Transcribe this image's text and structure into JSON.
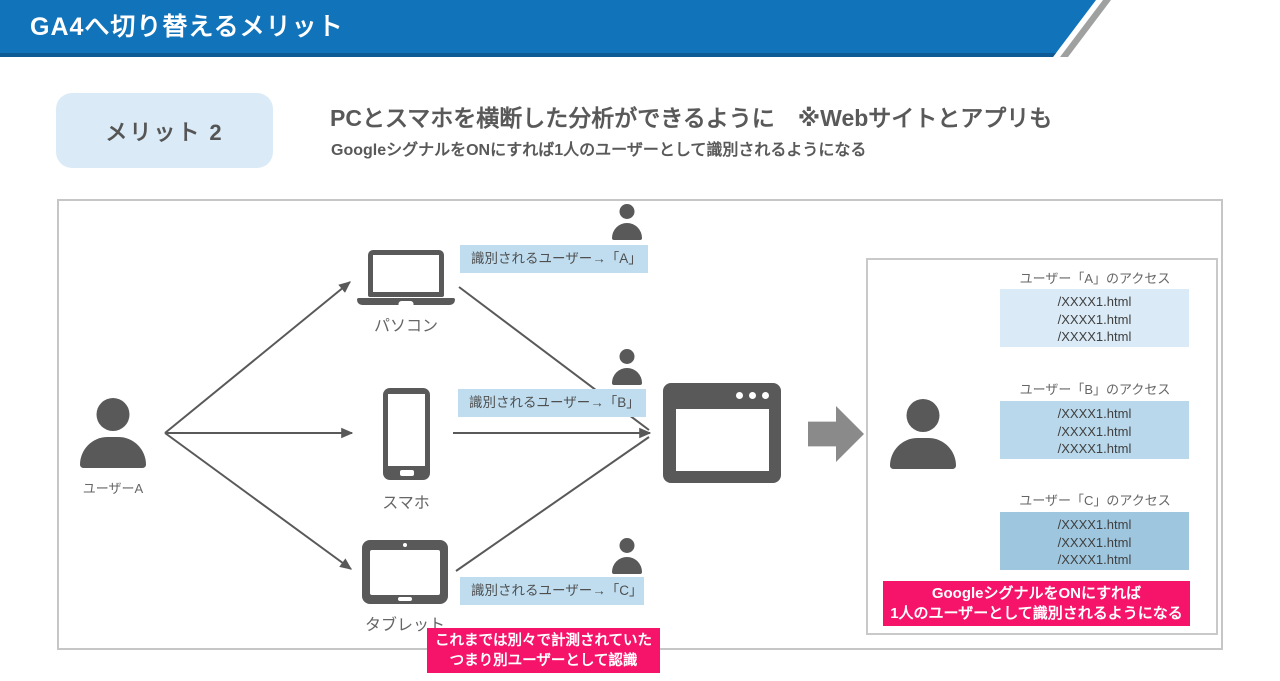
{
  "header": {
    "title": "GA4へ切り替えるメリット"
  },
  "merit": {
    "badge": "メリット 2",
    "title": "PCとスマホを横断した分析ができるように　※Webサイトとアプリも",
    "subtitle": "GoogleシグナルをONにすれば1人のユーザーとして識別されるようになる"
  },
  "diagram": {
    "user_label": "ユーザーA",
    "devices": [
      {
        "id": "laptop",
        "label": "パソコン"
      },
      {
        "id": "smartphone",
        "label": "スマホ"
      },
      {
        "id": "tablet",
        "label": "タブレット"
      }
    ],
    "identify_labels": [
      "識別されるユーザー→「A」",
      "識別されるユーザー→「B」",
      "識別されるユーザー→「C」"
    ],
    "bottom_note": {
      "line1": "これまでは別々で計測されていた",
      "line2": "つまり別ユーザーとして認識"
    }
  },
  "result_panel": {
    "sections": [
      {
        "title": "ユーザー「A」のアクセス",
        "pages": [
          "/XXXX1.html",
          "/XXXX1.html",
          "/XXXX1.html"
        ]
      },
      {
        "title": "ユーザー「B」のアクセス",
        "pages": [
          "/XXXX1.html",
          "/XXXX1.html",
          "/XXXX1.html"
        ]
      },
      {
        "title": "ユーザー「C」のアクセス",
        "pages": [
          "/XXXX1.html",
          "/XXXX1.html",
          "/XXXX1.html"
        ]
      }
    ],
    "note": {
      "line1": "GoogleシグナルをONにすれば",
      "line2": "1人のユーザーとして識別されるようになる"
    }
  },
  "colors": {
    "header_blue": "#1173B9",
    "header_stripe_gray": "#9FA0A0",
    "accent_pink": "#F6146B",
    "badge_blue": "#DAEBF7",
    "identify_label_blue": "#BFDDEF",
    "access_box_a": "#DAEAF6",
    "access_box_b": "#B9D8EB",
    "access_box_c": "#9EC7DF",
    "icon_gray": "#595959",
    "text_gray": "#595959"
  }
}
